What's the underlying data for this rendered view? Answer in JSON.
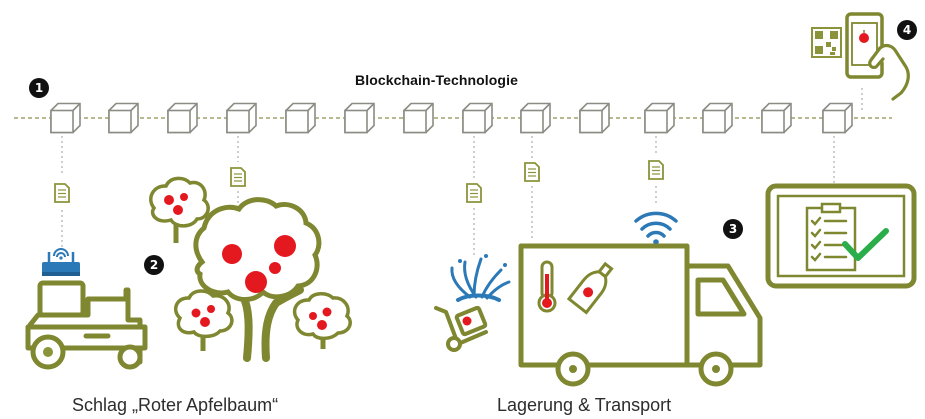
{
  "title": "Blockchain-Technologie",
  "captions": {
    "farm": "Schlag „Roter Apfelbaum“",
    "transport": "Lagerung & Transport"
  },
  "badges": [
    "1",
    "2",
    "3",
    "4"
  ],
  "colors": {
    "olive": "#8c943b",
    "olive_dark": "#7f8730",
    "block_edge": "#8a8d84",
    "block_fill": "#ffffff",
    "red": "#e4191f",
    "blue": "#2c79b8",
    "check": "#2bad4a",
    "connector": "#b8b98f",
    "text": "#222222"
  },
  "icons": {
    "block": "cube-icon",
    "document": "document-icon",
    "sensor": "router-icon",
    "tractor": "tractor-icon",
    "tree": "apple-tree-icon",
    "hand-truck": "hand-truck-icon",
    "truck": "truck-icon",
    "thermometer": "thermometer-icon",
    "bottle": "bottle-icon",
    "wifi": "wifi-icon",
    "monitor": "monitor-icon",
    "checklist": "checklist-icon",
    "check": "checkmark-icon",
    "phone": "smartphone-icon",
    "qr": "qr-code-icon"
  }
}
